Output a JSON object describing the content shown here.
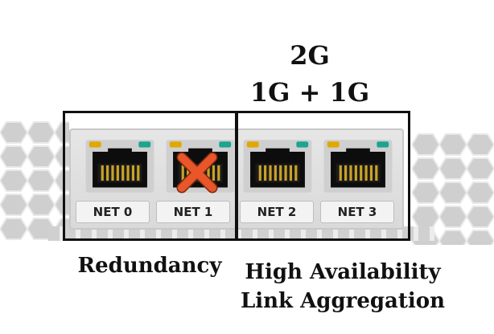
{
  "header": {
    "aggregate_speed": "2G",
    "link_sum": "1G + 1G"
  },
  "ports": [
    {
      "label": "NET 0",
      "failed": false
    },
    {
      "label": "NET 1",
      "failed": true
    },
    {
      "label": "NET 2",
      "failed": false
    },
    {
      "label": "NET 3",
      "failed": false
    }
  ],
  "captions": {
    "left": "Redundancy",
    "right_line1": "High Availability",
    "right_line2": "Link Aggregation"
  },
  "colors": {
    "led_amber": "#e0a800",
    "led_green": "#1aa58f",
    "fail_x": "#e8562a",
    "box": "#111111"
  },
  "icons": {
    "failure": "cross-icon"
  }
}
